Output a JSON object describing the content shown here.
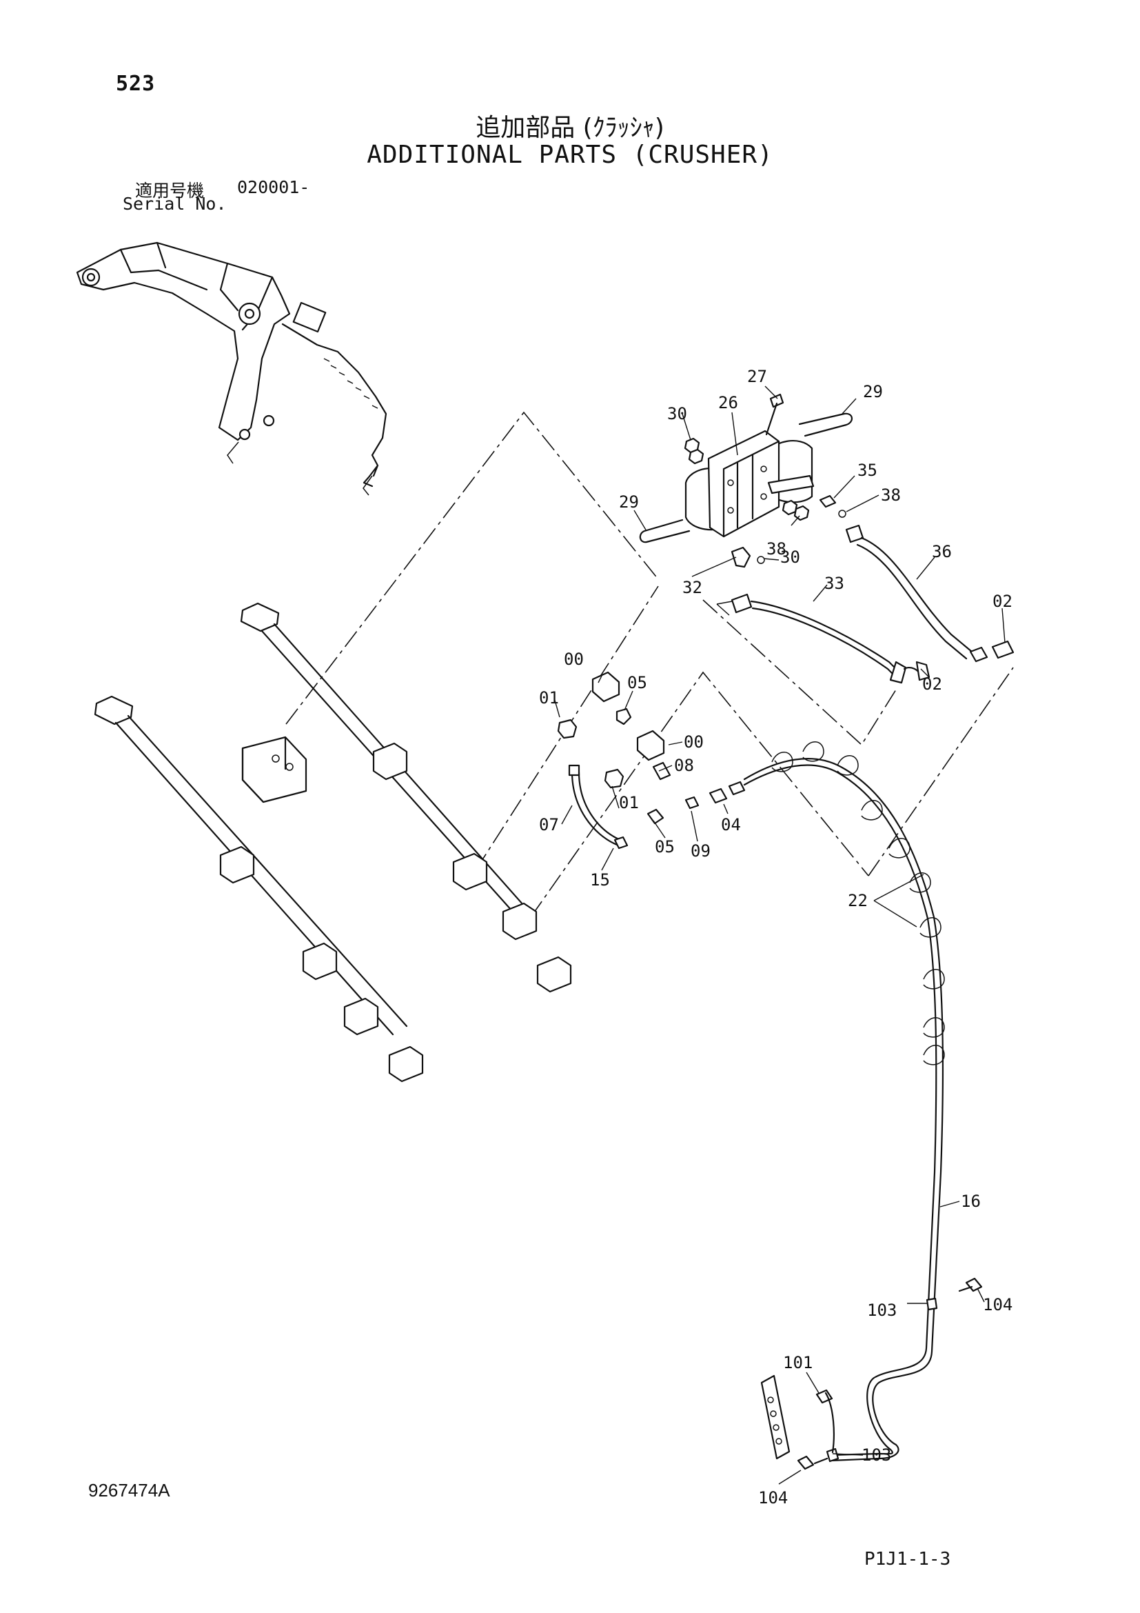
{
  "header": {
    "page_number": "523",
    "title_jp": "追加部品 (ｸﾗｯｼｬ)",
    "title_en": "ADDITIONAL PARTS (CRUSHER)",
    "serial_label_jp": "適用号機",
    "serial_value": "020001-",
    "serial_label_en": "Serial No."
  },
  "footer": {
    "document_number": "9267474A",
    "page_code": "P1J1-1-3"
  },
  "callouts": {
    "c27": "27",
    "c26": "26",
    "c29a": "29",
    "c30a": "30",
    "c35": "35",
    "c38a": "38",
    "c29b": "29",
    "c38b": "38",
    "c30b": "30",
    "c36": "36",
    "c32": "32",
    "c33": "33",
    "c02a": "02",
    "c02b": "02",
    "c00a": "00",
    "c05a": "05",
    "c01a": "01",
    "c00b": "00",
    "c08": "08",
    "c07": "07",
    "c01b": "01",
    "c04": "04",
    "c05b": "05",
    "c09": "09",
    "c15": "15",
    "c22": "22",
    "c16": "16",
    "c104a": "104",
    "c103a": "103",
    "c101": "101",
    "c103b": "103",
    "c104b": "104"
  }
}
